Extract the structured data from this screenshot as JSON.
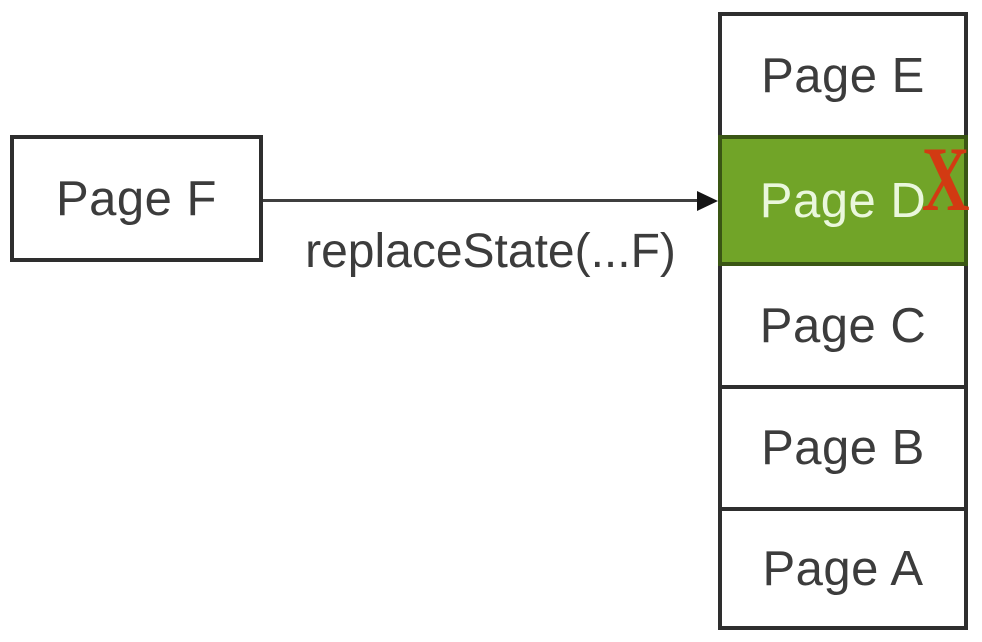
{
  "diagram": {
    "source_box": {
      "label": "Page F"
    },
    "arrow": {
      "label": "replaceState(...F)"
    },
    "stack": [
      {
        "label": "Page E",
        "highlighted": false
      },
      {
        "label": "Page D",
        "highlighted": true,
        "marker": "X"
      },
      {
        "label": "Page C",
        "highlighted": false
      },
      {
        "label": "Page B",
        "highlighted": false
      },
      {
        "label": "Page A",
        "highlighted": false
      }
    ],
    "colors": {
      "highlight_green": "#71a428",
      "highlight_border": "#3a5614",
      "highlight_text": "#eaf7dc",
      "x_mark_red": "#d23a12",
      "box_border": "#2e2e2e",
      "text": "#3c3c3c",
      "arrow": "#3f3f3f",
      "arrow_head": "#141414"
    }
  }
}
